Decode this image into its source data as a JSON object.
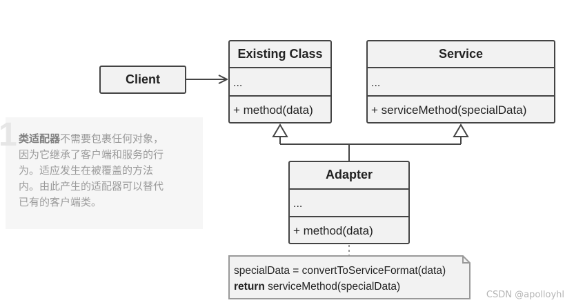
{
  "diagram": {
    "client": {
      "label": "Client"
    },
    "existing_class": {
      "name": "Existing Class",
      "fields": "...",
      "methods": "+ method(data)"
    },
    "service": {
      "name": "Service",
      "fields": "...",
      "methods": "+ serviceMethod(specialData)"
    },
    "adapter": {
      "name": "Adapter",
      "fields": "...",
      "methods": "+ method(data)"
    },
    "note": {
      "line1": "specialData = convertToServiceFormat(data)",
      "line2_keyword": "return",
      "line2_rest": " serviceMethod(specialData)"
    }
  },
  "side_panel": {
    "number": "1",
    "title": "类适配器",
    "body_line1": "不需要包裹任何对象，",
    "lines": [
      "因为它继承了客户端和服务的行",
      "为。适应发生在被覆盖的方法",
      "内。由此产生的适配器可以替代",
      "已有的客户端类。"
    ]
  },
  "watermark": "CSDN @apolloyhl",
  "colors": {
    "box_fill": "#f2f2f2",
    "stroke": "#444444",
    "text": "#222222",
    "panel_bg": "#f6f6f6",
    "panel_text": "#9a9a9a"
  }
}
